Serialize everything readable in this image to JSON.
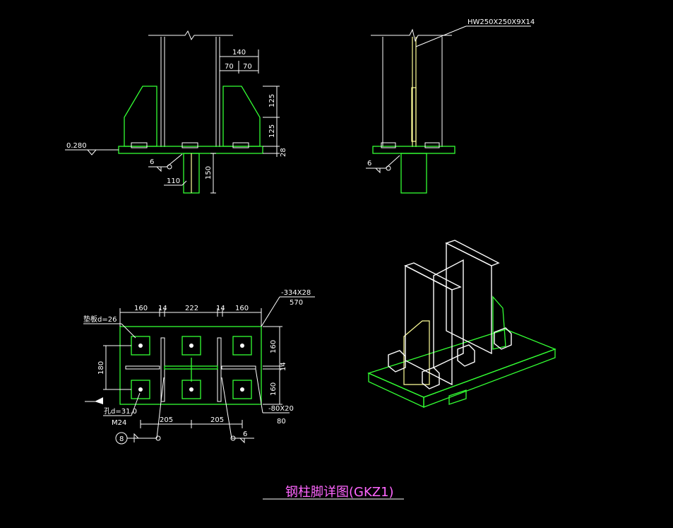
{
  "drawing_title": "钢柱脚详图(GKZ1)",
  "elevation": {
    "level": "0.280",
    "weld_size": "6",
    "dims": {
      "top_total": "140",
      "top_left": "70",
      "top_right": "70",
      "stiff_upper": "125",
      "stiff_lower": "125",
      "plate_thk": "28",
      "shear_key_width": "110",
      "shear_key_depth": "150"
    }
  },
  "side_view": {
    "section_label": "HW250X250X9X14",
    "weld_size": "6"
  },
  "plan_view": {
    "plate_label": "-334X28",
    "plate_size": "570",
    "dim_top": [
      "160",
      "14",
      "222",
      "14",
      "160"
    ],
    "dim_right": [
      "160",
      "14",
      "160"
    ],
    "dim_left": "180",
    "dim_bottom": [
      "205",
      "205"
    ],
    "hole_label": "垫板d=26",
    "anchor_hole": "孔d=31.0",
    "anchor_bolt": "M24",
    "stiffener_label": "-80X20",
    "stiffener_len": "80",
    "detail_mark": "8",
    "weld_size": "6"
  }
}
